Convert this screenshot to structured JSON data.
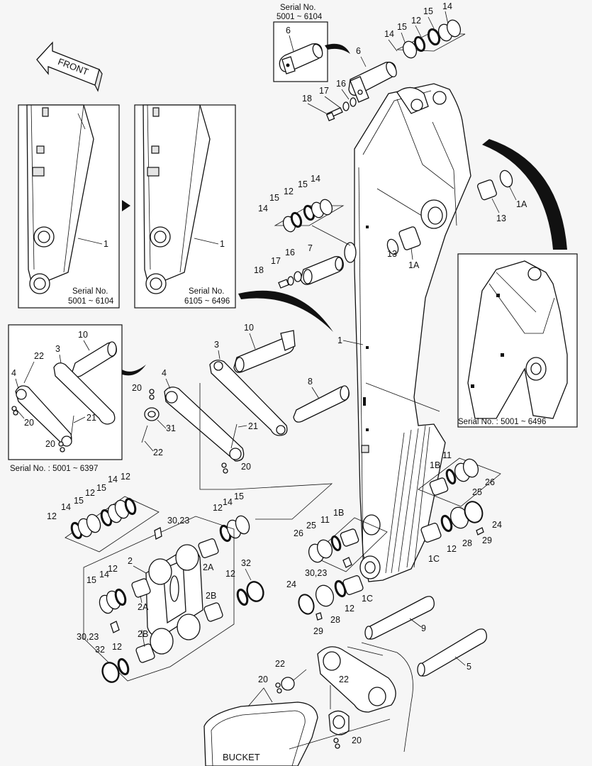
{
  "diagram": {
    "front_label": "FRONT",
    "bucket_label": "BUCKET",
    "insets": {
      "pin_serial": {
        "caption_line1": "Serial No.",
        "caption_line2": "5001 ~ 6104",
        "part": "6"
      },
      "arm_early": {
        "caption_line1": "Serial No.",
        "caption_line2": "5001 ~ 6104",
        "part": "1"
      },
      "arm_late": {
        "caption_line1": "Serial No.",
        "caption_line2": "6105 ~ 6496",
        "part": "1"
      },
      "link_serial": {
        "caption": "Serial No. : 5001 ~ 6397"
      },
      "arm_tip": {
        "caption": "Serial No. : 5001 ~ 6496"
      }
    },
    "callouts": [
      "6",
      "14",
      "15",
      "12",
      "15",
      "14",
      "16",
      "17",
      "18",
      "14",
      "15",
      "12",
      "15",
      "14",
      "17",
      "16",
      "7",
      "18",
      "13",
      "1A",
      "13",
      "1A",
      "1",
      "10",
      "3",
      "22",
      "4",
      "20",
      "21",
      "20",
      "10",
      "3",
      "4",
      "20",
      "31",
      "22",
      "21",
      "20",
      "8",
      "12",
      "14",
      "15",
      "12",
      "14",
      "12",
      "15",
      "12",
      "14",
      "15",
      "30,23",
      "2",
      "15",
      "14",
      "12",
      "2A",
      "2B",
      "2A",
      "30,23",
      "2B",
      "32",
      "12",
      "32",
      "12",
      "1B",
      "11",
      "26",
      "25",
      "24",
      "29",
      "28",
      "12",
      "1C",
      "25",
      "1B",
      "26",
      "11",
      "30,23",
      "24",
      "28",
      "29",
      "12",
      "1C",
      "9",
      "5",
      "22",
      "20",
      "22",
      "20"
    ]
  }
}
